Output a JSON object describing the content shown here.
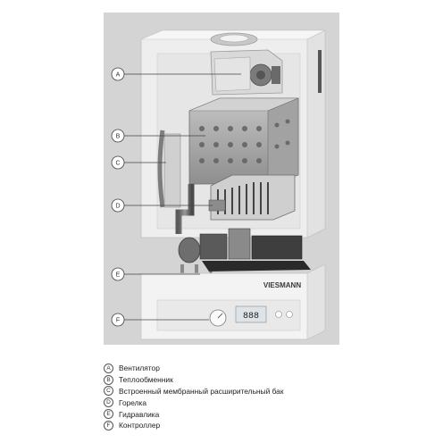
{
  "figure": {
    "brand_logo": "VIESMANN",
    "callouts": [
      "A",
      "B",
      "C",
      "D",
      "E",
      "F"
    ],
    "display_readout": "888"
  },
  "legend": [
    {
      "letter": "A",
      "label": "Вентилятор"
    },
    {
      "letter": "B",
      "label": "Теплообменник"
    },
    {
      "letter": "C",
      "label": "Встроенный мембранный расширительный бак"
    },
    {
      "letter": "D",
      "label": "Горелка"
    },
    {
      "letter": "E",
      "label": "Гидравлика"
    },
    {
      "letter": "F",
      "label": "Контроллер"
    }
  ]
}
